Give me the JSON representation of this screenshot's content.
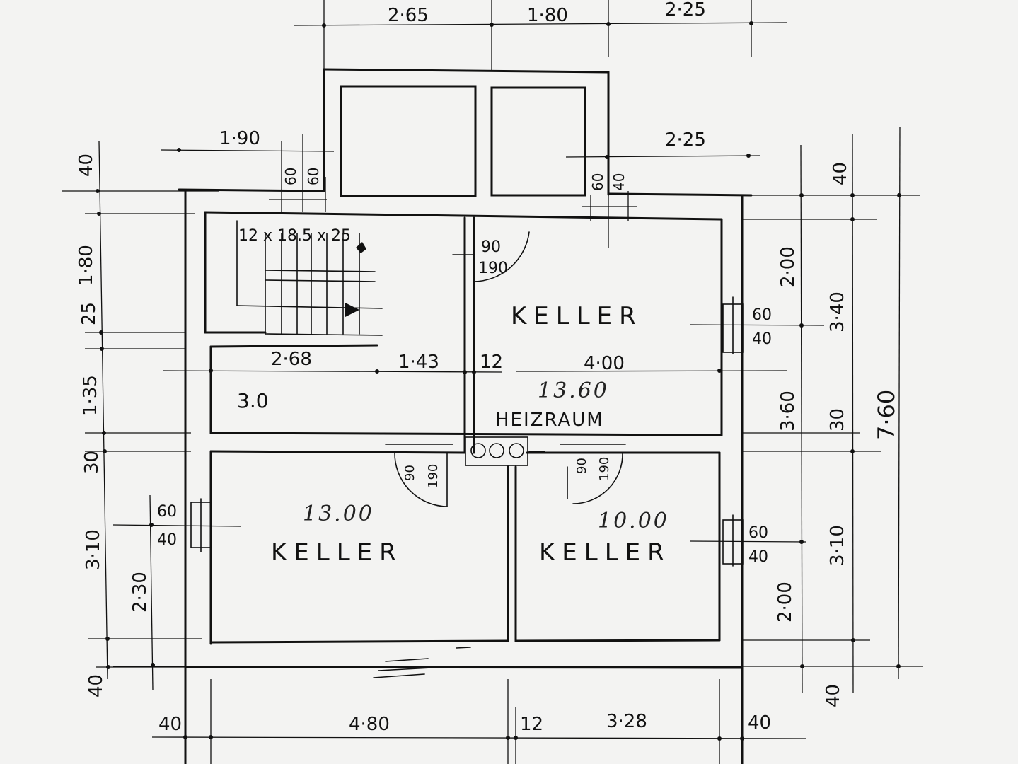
{
  "rooms": {
    "keller_top": {
      "label": "KELLER",
      "area": "13.60"
    },
    "heizraum": {
      "label": "HEIZRAUM",
      "area": "3.0"
    },
    "keller_left": {
      "label": "KELLER",
      "area": "13.00"
    },
    "keller_right": {
      "label": "KELLER",
      "area": "10.00"
    }
  },
  "stairs": {
    "spec": "12 x 18.5 x 25"
  },
  "dimensions": {
    "top_1": "2·65",
    "top_2": "1·80",
    "top_3": "2·25",
    "upper_left": "1·90",
    "upper_right": "2·25",
    "stair_w1": "60",
    "stair_w2": "60",
    "vent_w1": "60",
    "vent_w2": "40",
    "door_top_w": "90",
    "door_top_h": "190",
    "hall_w": "2·68",
    "hall_1": "1·43",
    "hall_2": "12",
    "keller_top_w": "4·00",
    "win_right_top_w": "60",
    "win_right_top_h": "40",
    "win_right_bot_w": "60",
    "win_right_bot_h": "40",
    "win_left_w": "60",
    "win_left_h": "40",
    "door_left_w": "90",
    "door_left_h": "190",
    "door_right_w": "90",
    "door_right_h": "190",
    "left_1": "40",
    "left_2": "1·80",
    "left_3": "25",
    "left_4": "1·35",
    "left_5": "30",
    "left_6": "3·10",
    "left_7": "2·30",
    "left_8": "40",
    "right_1": "40",
    "right_2": "2·00",
    "right_3": "3·40",
    "right_4": "3·60",
    "right_5": "30",
    "right_6": "7·60",
    "right_7": "3·10",
    "right_8": "2·00",
    "right_9": "40",
    "bottom_1": "40",
    "bottom_2": "4·80",
    "bottom_3": "12",
    "bottom_4": "3·28",
    "bottom_5": "40"
  }
}
